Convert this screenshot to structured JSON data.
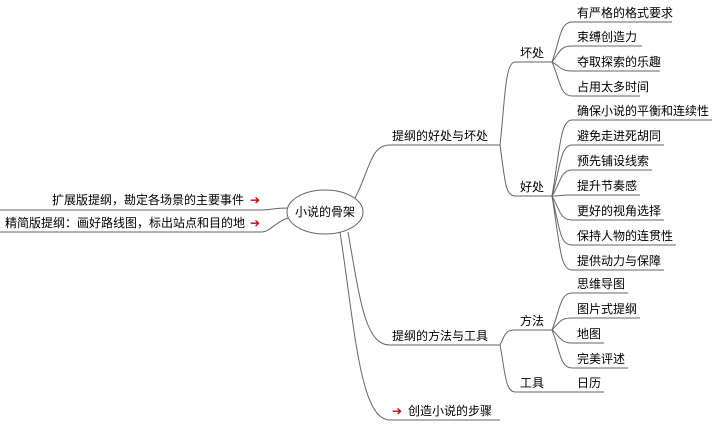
{
  "root": {
    "label": "小说的骨架"
  },
  "left_branches": [
    {
      "label": "扩展版提纲，勘定各场景的主要事件",
      "marker": "➔"
    },
    {
      "label": "精简版提纲：画好路线图，标出站点和目的地",
      "marker": "➔"
    }
  ],
  "right_branches": [
    {
      "label": "提纲的好处与坏处",
      "children": [
        {
          "label": "坏处",
          "items": [
            "有严格的格式要求",
            "束缚创造力",
            "夺取探索的乐趣",
            "占用太多时间"
          ]
        },
        {
          "label": "好处",
          "items": [
            "确保小说的平衡和连续性",
            "避免走进死胡同",
            "预先铺设线索",
            "提升节奏感",
            "更好的视角选择",
            "保持人物的连贯性",
            "提供动力与保障"
          ]
        }
      ]
    },
    {
      "label": "提纲的方法与工具",
      "children": [
        {
          "label": "方法",
          "items": [
            "思维导图",
            "图片式提纲",
            "地图",
            "完美评述"
          ]
        },
        {
          "label": "工具",
          "items": [
            "日历"
          ]
        }
      ]
    },
    {
      "label": "创造小说的步骤",
      "marker": "➔"
    }
  ],
  "colors": {
    "line": "#666666",
    "arrow": "#cc0000",
    "text": "#000000"
  }
}
